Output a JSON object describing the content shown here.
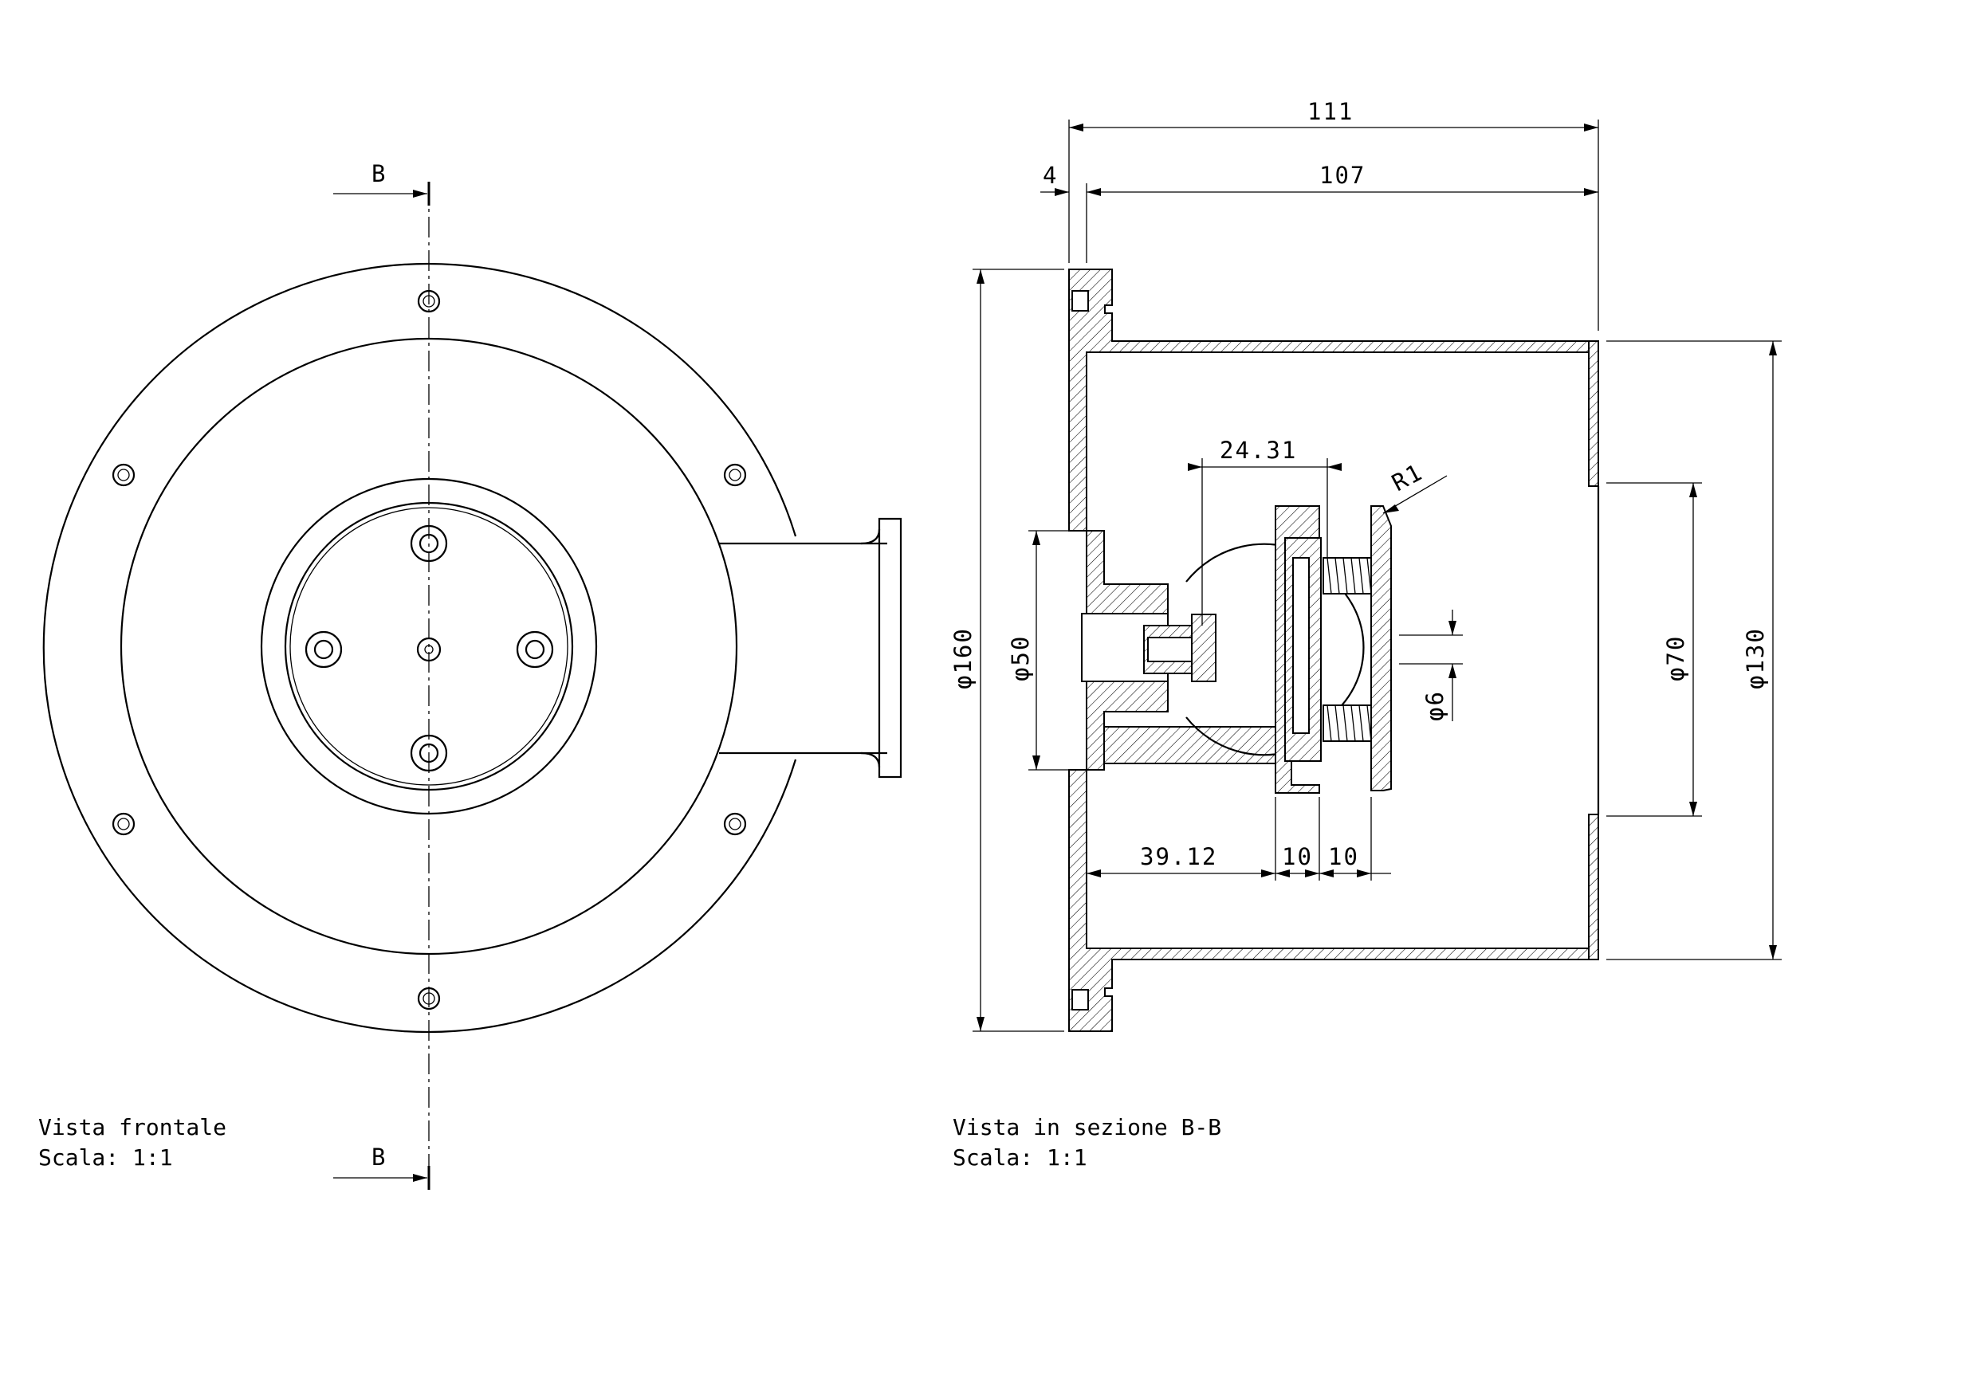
{
  "front_view": {
    "caption_title": "Vista frontale",
    "caption_scale": "Scala:  1:1",
    "section_label_top": "B",
    "section_label_bottom": "B"
  },
  "section_view": {
    "caption_title": "Vista in sezione B-B",
    "caption_scale": "Scala:  1:1",
    "dimensions": {
      "overall_length": "111",
      "flange_thickness": "4",
      "body_length": "107",
      "flange_diameter": "φ160",
      "hub_diameter": "φ50",
      "bore_diameter": "φ70",
      "body_diameter": "φ130",
      "pin_diameter": "φ6",
      "radius": "R1",
      "offset_top": "24.31",
      "offset_bottom": "39.12",
      "spacing_1": "10",
      "spacing_2": "10"
    }
  }
}
